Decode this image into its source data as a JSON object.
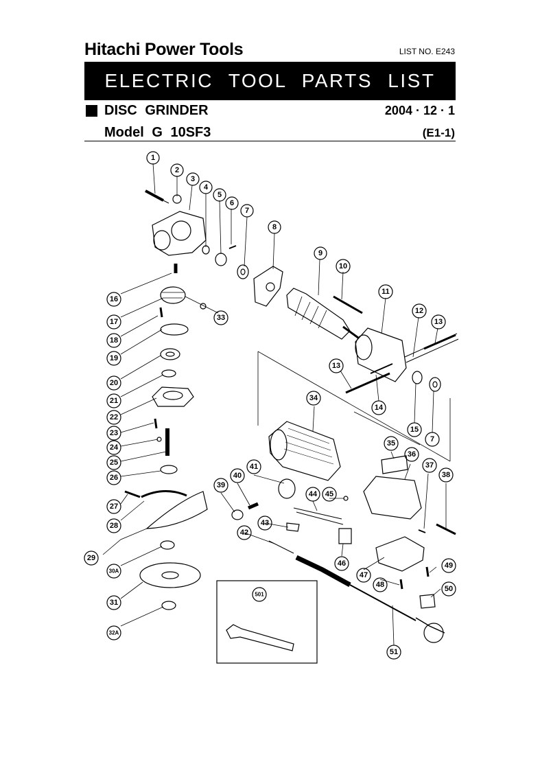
{
  "header": {
    "brand": "Hitachi Power Tools",
    "list_no": "LIST NO. E243",
    "banner": "ELECTRIC TOOL PARTS LIST",
    "product": "DISC GRINDER",
    "date": "2004 · 12 · 1",
    "model": "Model G 10SF3",
    "sheet": "(E1-1)"
  },
  "callouts": [
    "1",
    "2",
    "3",
    "4",
    "5",
    "6",
    "7",
    "8",
    "9",
    "10",
    "11",
    "12",
    "13",
    "13",
    "14",
    "15",
    "7",
    "16",
    "17",
    "18",
    "19",
    "20",
    "21",
    "22",
    "23",
    "24",
    "25",
    "26",
    "27",
    "28",
    "29",
    "30A",
    "31",
    "32A",
    "33",
    "34",
    "35",
    "36",
    "37",
    "38",
    "39",
    "40",
    "41",
    "42",
    "43",
    "44",
    "45",
    "46",
    "47",
    "48",
    "49",
    "50",
    "51",
    "501"
  ]
}
